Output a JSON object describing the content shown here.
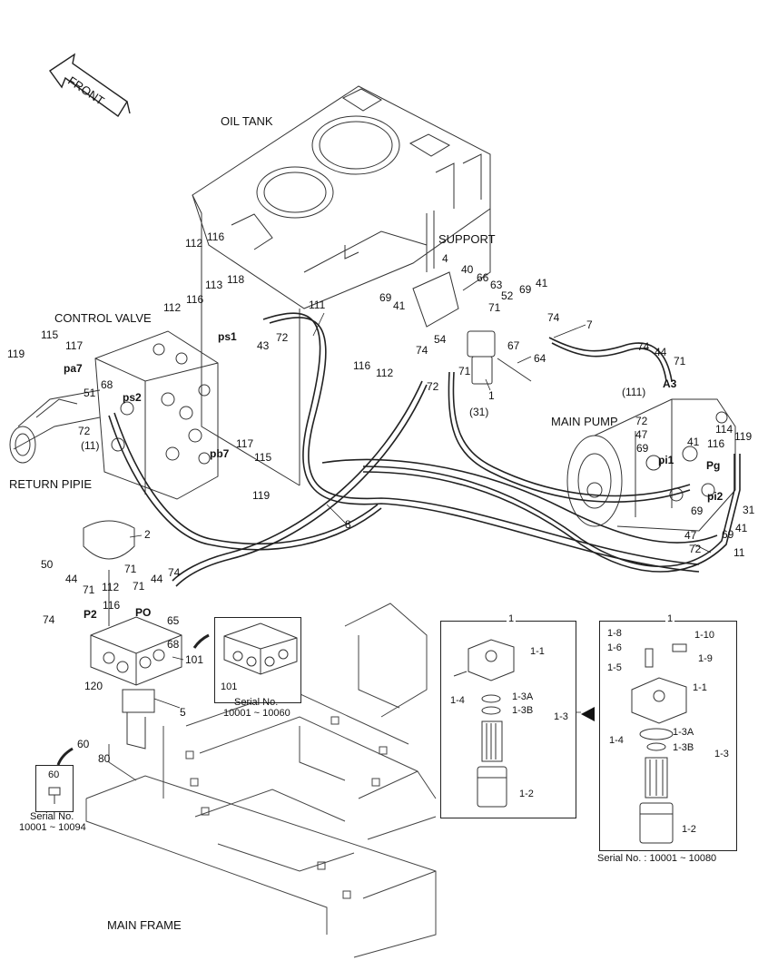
{
  "titles": {
    "front": "FRONT",
    "oil_tank": "OIL TANK",
    "support": "SUPPORT",
    "control_valve": "CONTROL VALVE",
    "return_pipe": "RETURN PIPIE",
    "main_pump": "MAIN PUMP",
    "main_frame": "MAIN FRAME"
  },
  "ports": {
    "ps1": "ps1",
    "pa7": "pa7",
    "ps2": "ps2",
    "pb7": "pb7",
    "p2": "P2",
    "po": "PO",
    "a3": "A3",
    "pi1": "pi1",
    "pg": "Pg",
    "pi2": "pi2"
  },
  "parts": {
    "p112a": "112",
    "p116a": "116",
    "p113": "113",
    "p118": "118",
    "p112b": "112",
    "p116b": "116",
    "p111": "111",
    "p43": "43",
    "p72a": "72",
    "p4": "4",
    "p40": "40",
    "p66": "66",
    "p63": "63",
    "p71a": "71",
    "p52": "52",
    "p69a": "69",
    "p41a": "41",
    "p74a": "74",
    "p7": "7",
    "p69b": "69",
    "p41b": "41",
    "p54": "54",
    "p74b": "74",
    "p67": "67",
    "p64": "64",
    "p71b": "71",
    "p72b": "72",
    "p116c": "116",
    "p112c": "112",
    "p1a": "1",
    "p31a": "(31)",
    "p74c": "74",
    "p44a": "44",
    "p71c": "71",
    "p111b": "(111)",
    "p72c": "72",
    "p47a": "47",
    "p69c": "69",
    "p41c": "41",
    "p114": "114",
    "p116d": "116",
    "p119a": "119",
    "p31b": "31",
    "p69d": "69",
    "p41d": "41",
    "p47b": "47",
    "p72d": "72",
    "p69e": "69",
    "p11a": "11",
    "p119b": "119",
    "p115a": "115",
    "p117a": "117",
    "p51": "51",
    "p68a": "68",
    "p72e": "72",
    "p11b": "(11)",
    "p117b": "117",
    "p115b": "115",
    "p119c": "119",
    "p8": "8",
    "p2": "2",
    "p50": "50",
    "p44b": "44",
    "p71d": "71",
    "p74d": "74",
    "p71e": "71",
    "p112d": "112",
    "p71f": "71",
    "p44c": "44",
    "p74e": "74",
    "p116e": "116",
    "p65": "65",
    "p68b": "68",
    "p101": "101",
    "p120": "120",
    "p5": "5",
    "p60": "60",
    "p80": "80",
    "p101b": "101",
    "p60b": "60"
  },
  "inset_valve": {
    "serial_label": "Serial No.",
    "serial_range": "10001 ~ 10060"
  },
  "inset_bolt": {
    "serial_label": "Serial No.",
    "serial_range": "10001 ~ 10094"
  },
  "filter_a": {
    "top": "1",
    "l11": "1-1",
    "l14": "1-4",
    "l13a": "1-3A",
    "l13b": "1-3B",
    "l13": "1-3",
    "l12": "1-2"
  },
  "filter_b": {
    "top": "1",
    "l18": "1-8",
    "l110": "1-10",
    "l16": "1-6",
    "l19": "1-9",
    "l15": "1-5",
    "l11": "1-1",
    "l14": "1-4",
    "l13a": "1-3A",
    "l13b": "1-3B",
    "l13": "1-3",
    "l12": "1-2",
    "serial": "Serial No. : 10001 ~ 10080"
  }
}
